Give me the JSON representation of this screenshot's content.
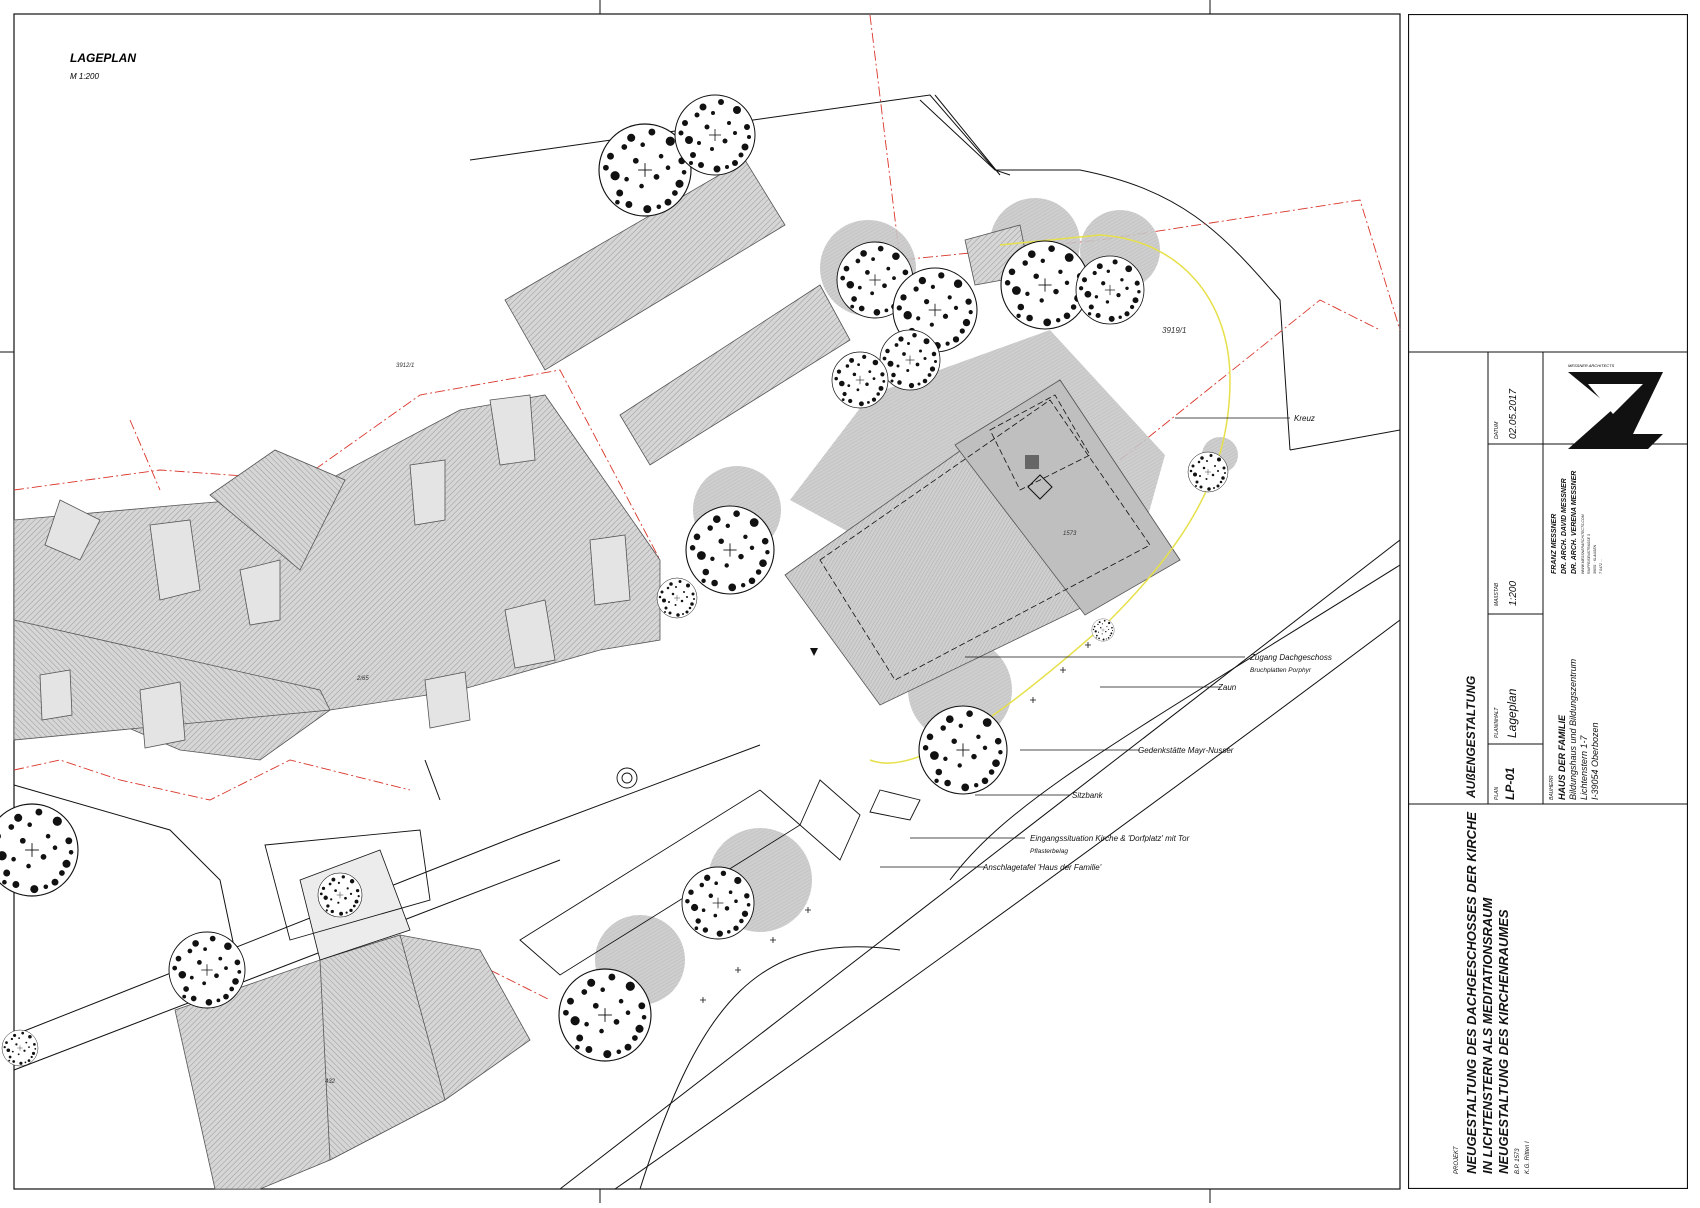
{
  "plan": {
    "title": "LAGEPLAN",
    "scale": "M 1:200"
  },
  "parcels": {
    "p1": "3912/1",
    "p2": "2/65",
    "p3": "3919/1",
    "p4": "1573",
    "p5": "432"
  },
  "annotations": {
    "kreuz": "Kreuz",
    "zugang": "Zugang Dachgeschoss",
    "zugang_sub": "Bruchplatten Porphyr",
    "zaun": "Zaun",
    "gedenk": "Gedenkstätte Mayr-Nusser",
    "sitzbank": "Sitzbank",
    "eingang": "Eingangssituation Kirche & 'Dorfplatz' mit Tor",
    "eingang_sub": "Pflasterbelag",
    "anschlag": "Anschlagetafel 'Haus der Familie'"
  },
  "titleblock": {
    "project_label": "PROJEKT",
    "project_line1": "NEUGESTALTUNG DES DACHGESCHOSSES DER KIRCHE",
    "project_line2": "IN LICHTENSTERN ALS MEDITATIONSRAUM",
    "project_line3": "NEUGESTALTUNG DES KIRCHENRAUMES",
    "project_bp": "B.P. 1573",
    "project_kg": "K.G. Ritten I",
    "auss": "AUßENGESTALTUNG",
    "plan_label": "PLAN",
    "plan_no": "LP-01",
    "planinhalt_label": "PLANINHALT",
    "planinhalt": "Lageplan",
    "bauherr_label": "BAUHERR",
    "bauherr_1": "HAUS DER FAMILIE",
    "bauherr_2": "Bildungshaus und Bildungszentrum",
    "bauherr_3": "Lichtenstern 1-7",
    "bauherr_4": "I-39054 Oberbozen",
    "massstab_label": "MAßSTAB",
    "massstab": "1:200",
    "datum_label": "DATUM",
    "datum": "02.05.2017",
    "arch_1": "FRANZ MESSNER",
    "arch_2": "DR. ARCH. DAVID MESSNER",
    "arch_3": "DR. ARCH. VERENA MESSNER",
    "arch_small_1": "WWW.MESSNERARCHITECTS.COM",
    "arch_small_2": "RAIFFEISENSTRASSE 3",
    "arch_small_3": "39051 · KLAUSEN",
    "arch_small_4": "T 0472 ...",
    "logo_text": "MESSNER ARCHITECTS"
  },
  "colors": {
    "line": "#111111",
    "roof_fill": "#d4d4d4",
    "tree_shadow": "#bdbdbd",
    "boundary": "#d9362b",
    "path": "#e6e04a"
  }
}
